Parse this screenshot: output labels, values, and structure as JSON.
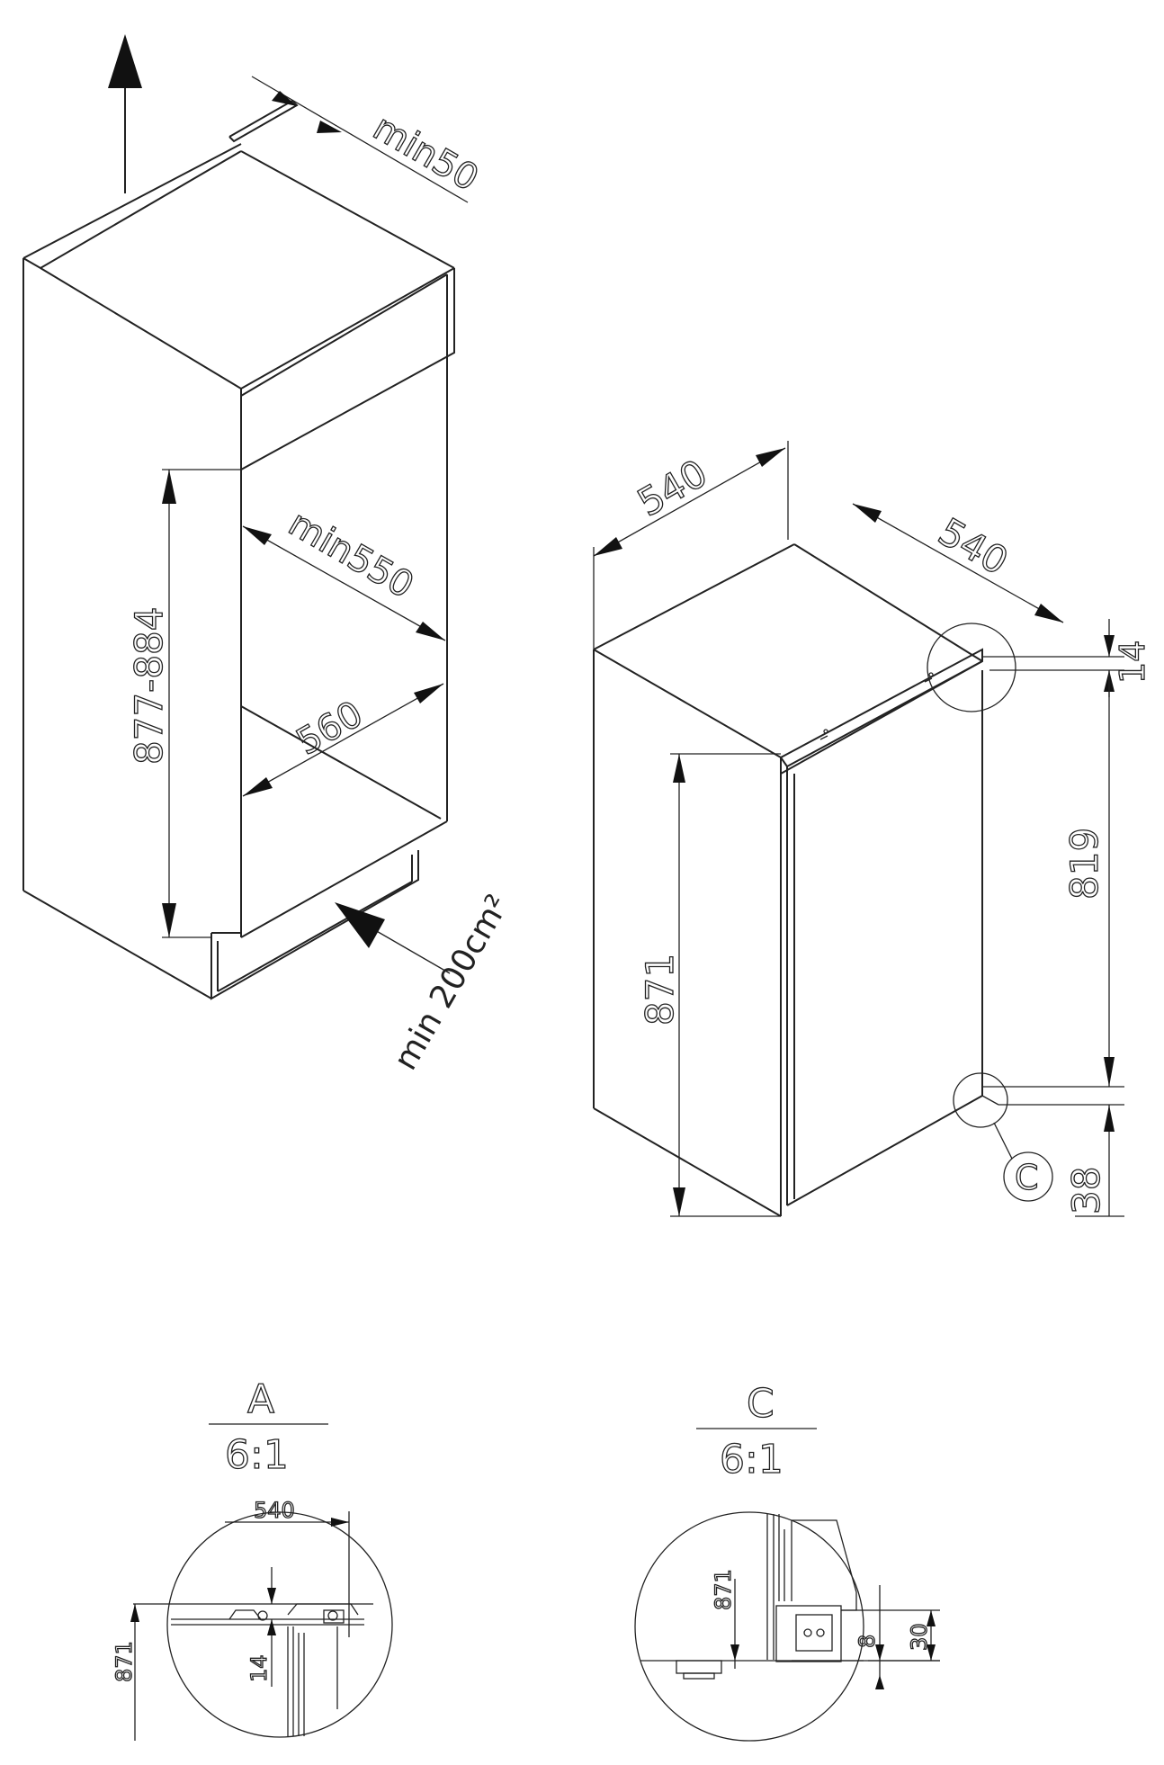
{
  "left_view": {
    "clearance_top": "min50",
    "inner_depth": "min550",
    "inner_width": "560",
    "niche_height": "877-884",
    "vent_area": "min 200cm²"
  },
  "right_view": {
    "width": "540",
    "depth": "540",
    "top_gap": "14",
    "door_height": "819",
    "body_height": "871",
    "bottom_gap": "38",
    "detail_marker": "C"
  },
  "detail_a": {
    "title": "A",
    "scale": "6:1",
    "width": "540",
    "height": "871",
    "gap": "14"
  },
  "detail_c": {
    "title": "C",
    "scale": "6:1",
    "height": "871",
    "gap_small": "8",
    "gap_large": "30"
  }
}
